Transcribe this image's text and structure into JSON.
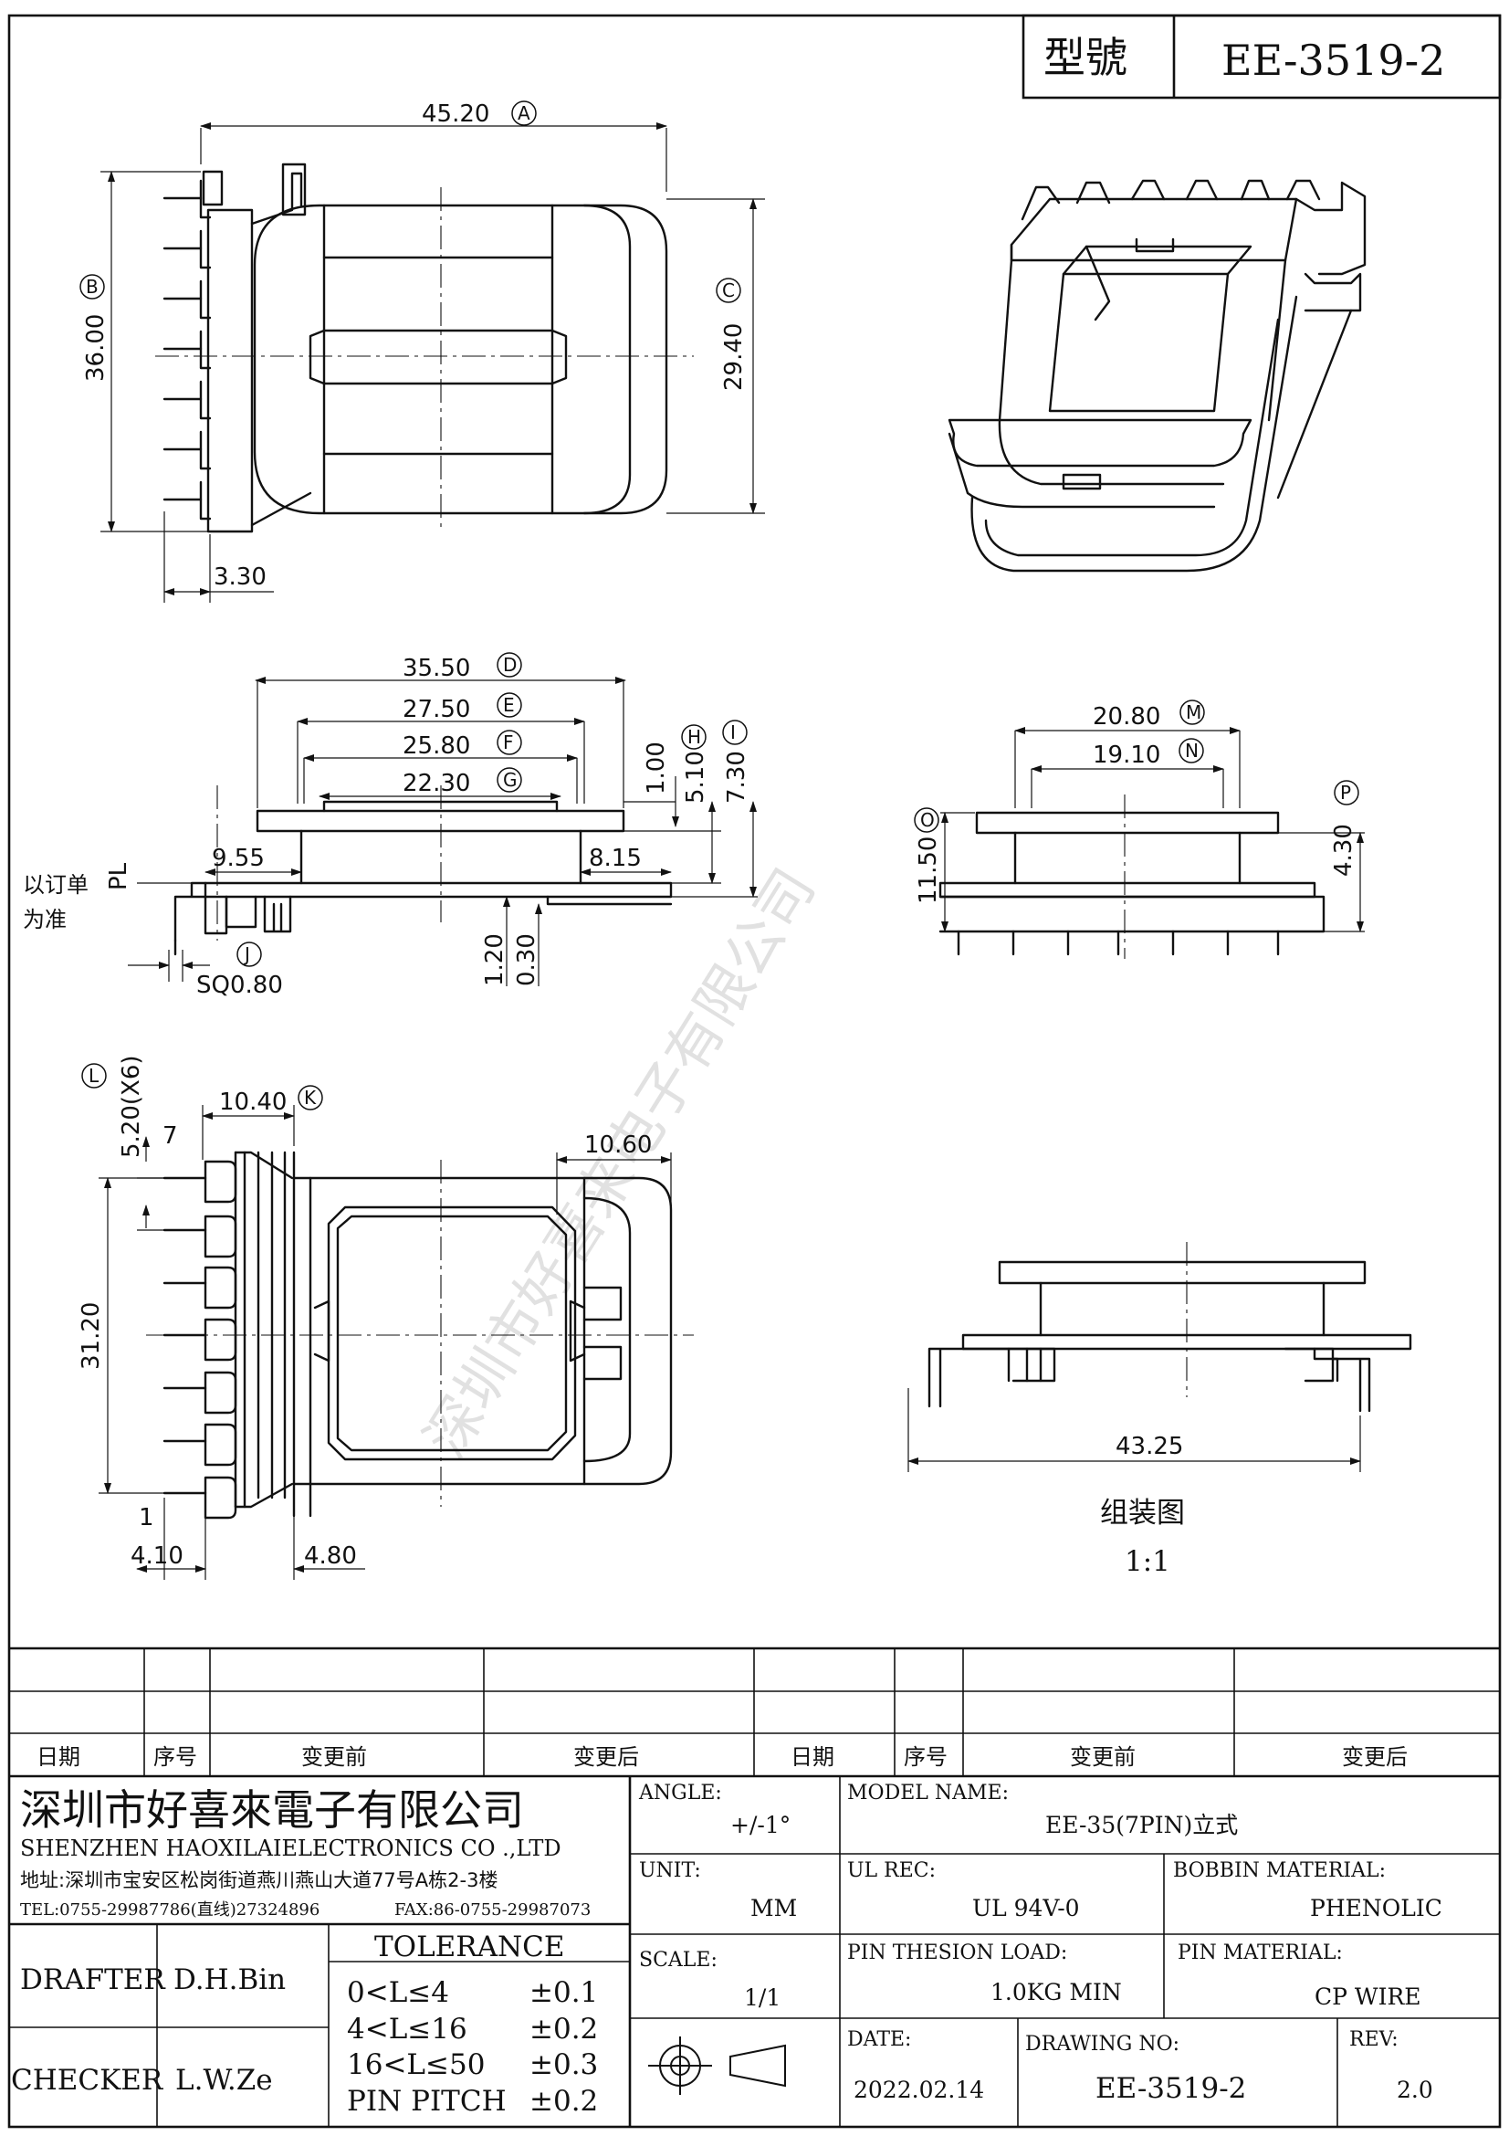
{
  "model_box": {
    "label": "型號",
    "value": "EE-3519-2"
  },
  "watermark": "深圳市好喜来电子有限公司",
  "dimensions": {
    "top_width": "45.20",
    "top_height": "36.00",
    "top_inner": "29.40",
    "top_offset": "3.30",
    "pl": "PL",
    "side_d": "35.50",
    "side_e": "27.50",
    "side_f": "25.80",
    "side_g": "22.30",
    "side_h_top": "1.00",
    "side_h": "5.10",
    "side_i": "7.30",
    "side_left": "9.55",
    "side_right": "8.15",
    "side_120": "1.20",
    "side_030": "0.30",
    "side_sq": "SQ0.80",
    "side_note_1": "以订单",
    "side_note_2": "为准",
    "end_m": "20.80",
    "end_n": "19.10",
    "end_o": "11.50",
    "end_p": "4.30",
    "bot_pitch": "5.20(X6)",
    "bot_k": "10.40",
    "bot_right": "10.60",
    "bot_height": "31.20",
    "bot_left": "4.10",
    "bot_480": "4.80",
    "pin_7": "7",
    "pin_1": "1",
    "assembly_width": "43.25",
    "assembly_label": "组装图",
    "assembly_scale": "1:1"
  },
  "markers": {
    "a": "A",
    "b": "B",
    "c": "C",
    "d": "D",
    "e": "E",
    "f": "F",
    "g": "G",
    "h": "H",
    "i": "I",
    "j": "J",
    "k": "K",
    "l": "L",
    "m": "M",
    "n": "N",
    "o": "O",
    "p": "P"
  },
  "revision_table": {
    "headers": [
      "日期",
      "序号",
      "变更前",
      "变更后",
      "日期",
      "序号",
      "变更前",
      "变更后"
    ]
  },
  "company": {
    "name_cn": "深圳市好喜來電子有限公司",
    "name_en": "SHENZHEN HAOXILAIELECTRONICS CO .,LTD",
    "address": "地址:深圳市宝安区松岗街道燕川燕山大道77号A栋2-3楼",
    "tel": "TEL:0755-29987786(直线)27324896",
    "fax": "FAX:86-0755-29987073"
  },
  "title_block": {
    "angle_label": "ANGLE:",
    "angle_value": "+/-1°",
    "unit_label": "UNIT:",
    "unit_value": "MM",
    "scale_label": "SCALE:",
    "scale_value": "1/1",
    "model_label": "MODEL NAME:",
    "model_value": "EE-35(7PIN)立式",
    "ul_label": "UL REC:",
    "ul_value": "UL 94V-0",
    "bobbin_label": "BOBBIN MATERIAL:",
    "bobbin_value": "PHENOLIC",
    "pin_load_label": "PIN THESION LOAD:",
    "pin_load_value": "1.0KG MIN",
    "pin_mat_label": "PIN MATERIAL:",
    "pin_mat_value": "CP   WIRE",
    "date_label": "DATE:",
    "date_value": "2022.02.14",
    "drawing_label": "DRAWING NO:",
    "drawing_value": "EE-3519-2",
    "rev_label": "REV:",
    "rev_value": "2.0",
    "drafter_label": "DRAFTER",
    "drafter_value": "D.H.Bin",
    "checker_label": "CHECKER",
    "checker_value": "L.W.Ze",
    "tolerance_title": "TOLERANCE",
    "tolerance_rows": [
      {
        "range": "0<L≤4",
        "tol": "±0.1"
      },
      {
        "range": "4<L≤16",
        "tol": "±0.2"
      },
      {
        "range": "16<L≤50",
        "tol": "±0.3"
      },
      {
        "range": "PIN PITCH",
        "tol": "±0.2"
      }
    ]
  }
}
